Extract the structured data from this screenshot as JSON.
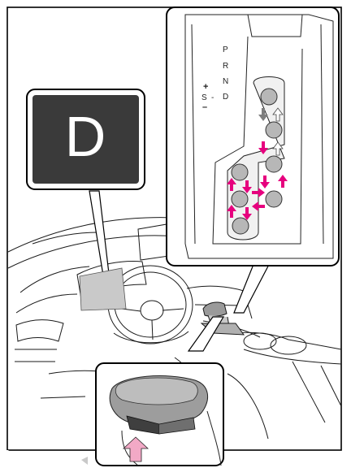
{
  "display_indicator": {
    "letter": "D"
  },
  "gate_labels": {
    "p": "P",
    "r": "R",
    "n": "N",
    "s": "S",
    "d": "D",
    "plus": "+",
    "minus": "–",
    "dash": "-"
  },
  "colors": {
    "arrow_magenta": "#e6007e",
    "arrow_gray": "#7d7d7d",
    "dot_fill": "#b7b7b7",
    "indicator_bg": "#3a3a3a",
    "highlight_pink": "#f2a9c6"
  }
}
